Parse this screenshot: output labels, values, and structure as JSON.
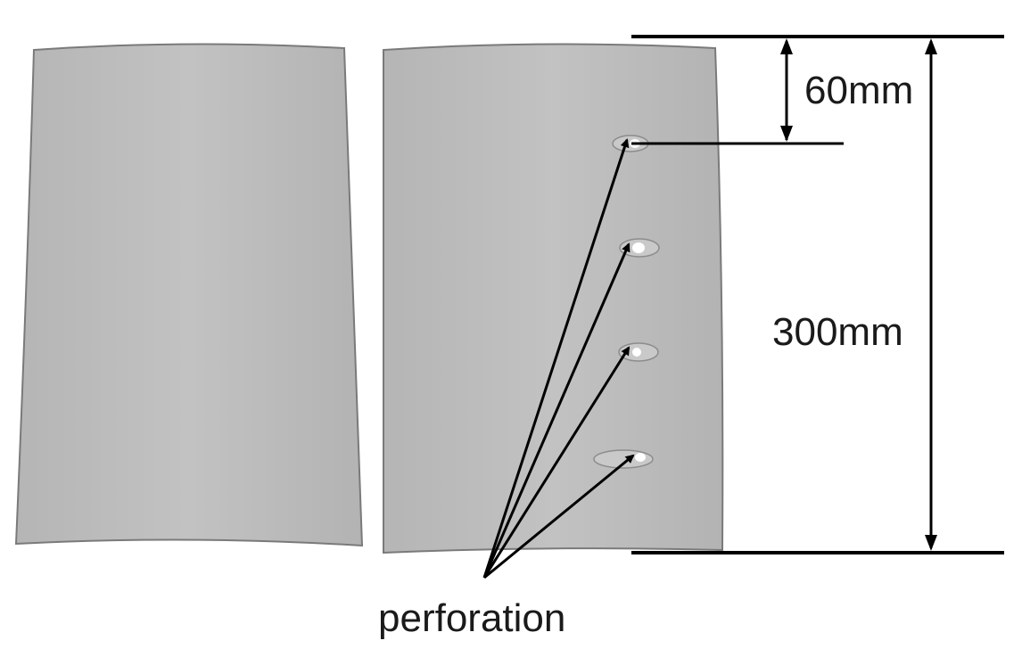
{
  "labels": {
    "dim_small": "60mm",
    "dim_large": "300mm",
    "callout": "perforation"
  },
  "colors": {
    "sheet_fill": "#bdbdbd",
    "sheet_shade": "#a9a9a9",
    "sheet_edge": "#7a7a7a",
    "hole_fill": "#c9c9c9",
    "hole_edge": "#8c8c8c",
    "hole_core": "#ffffff",
    "line": "#000000"
  }
}
